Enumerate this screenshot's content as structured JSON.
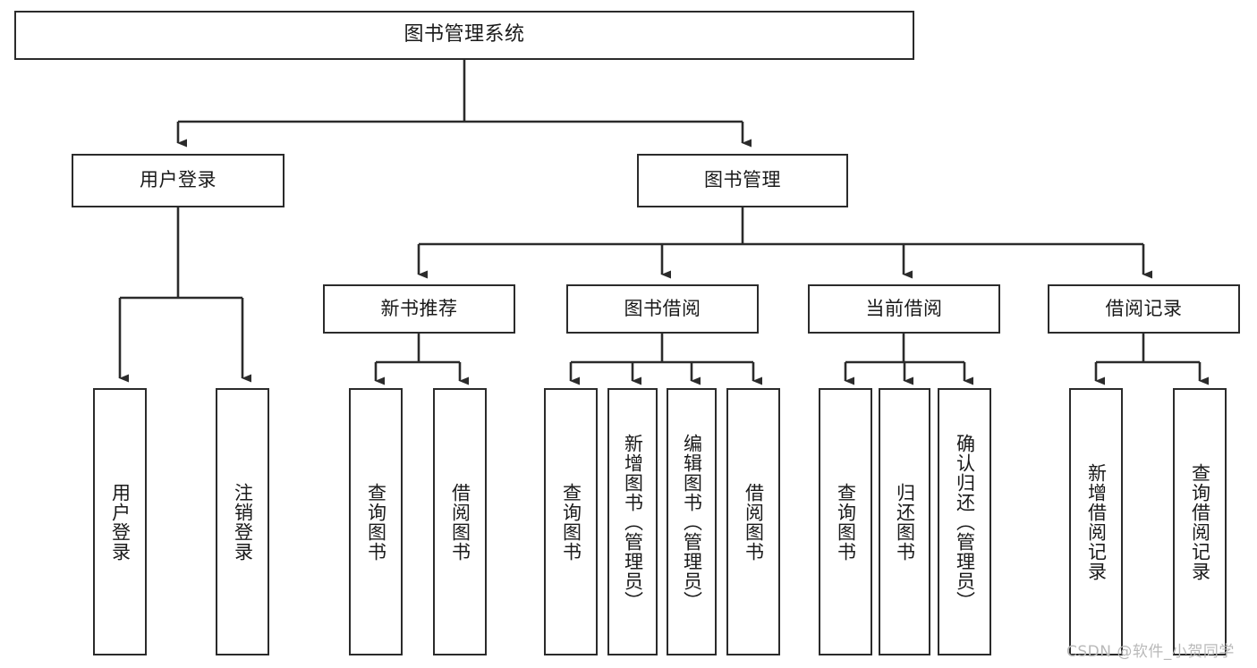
{
  "diagram": {
    "type": "tree",
    "title": "图书管理系统",
    "orientation": "top-down",
    "colors": {
      "box_border": "#2b2b2b",
      "box_fill": "#ffffff",
      "connector": "#2b2b2b",
      "text": "#1a1a1a",
      "watermark": "#b9b9b9",
      "background": "#ffffff"
    },
    "nodes": {
      "root": {
        "label": "图书管理系统"
      },
      "level1": [
        {
          "label": "用户登录"
        },
        {
          "label": "图书管理"
        }
      ],
      "level2": [
        {
          "label": "新书推荐"
        },
        {
          "label": "图书借阅"
        },
        {
          "label": "当前借阅"
        },
        {
          "label": "借阅记录"
        }
      ],
      "leaves": {
        "user_login": [
          {
            "label": "用户登录"
          },
          {
            "label": "注销登录"
          }
        ],
        "new_book_recommend": [
          {
            "label": "查询图书"
          },
          {
            "label": "借阅图书"
          }
        ],
        "book_borrow": [
          {
            "label": "查询图书"
          },
          {
            "label": "新增图书（管理员）"
          },
          {
            "label": "编辑图书（管理员）"
          },
          {
            "label": "借阅图书"
          }
        ],
        "current_borrow": [
          {
            "label": "查询图书"
          },
          {
            "label": "归还图书"
          },
          {
            "label": "确认归还（管理员）"
          }
        ],
        "borrow_record": [
          {
            "label": "新增借阅记录"
          },
          {
            "label": "查询借阅记录"
          }
        ]
      }
    },
    "watermark": "CSDN @软件_小贺同学"
  }
}
